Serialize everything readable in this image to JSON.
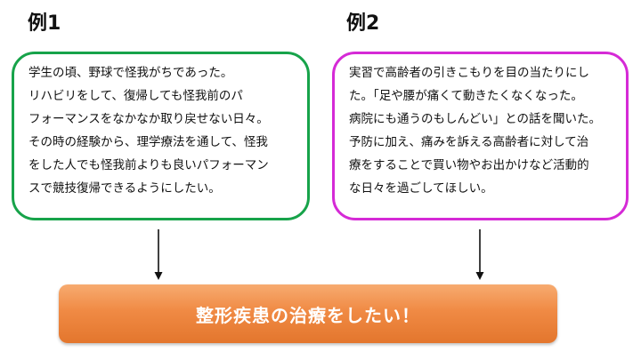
{
  "example1": {
    "heading": "例1",
    "lines": [
      "学生の頃、野球で怪我がちであった。",
      "リハビリをして、復帰しても怪我前のパ",
      "フォーマンスをなかなか取り戻せない日々。",
      "その時の経験から、理学療法を通して、怪我",
      "をした人でも怪我前よりも良いパフォーマン",
      "スで競技復帰できるようにしたい。"
    ]
  },
  "example2": {
    "heading": "例2",
    "lines": [
      "実習で高齢者の引きこもりを目の当たりにし",
      "た。「足や腰が痛くて動きたくなくなった。",
      "病院にも通うのもしんどい」との話を聞いた。",
      "予防に加え、痛みを訴える高齢者に対して治",
      "療をすることで買い物やお出かけなど活動的",
      "な日々を過ごしてほしい。"
    ]
  },
  "goal": {
    "text": "整形疾患の治療をしたい！"
  },
  "colors": {
    "example1_border": "#17a34a",
    "example2_border": "#d52ad6",
    "goal_fill": "#f08a44",
    "goal_text": "#ffffff"
  }
}
